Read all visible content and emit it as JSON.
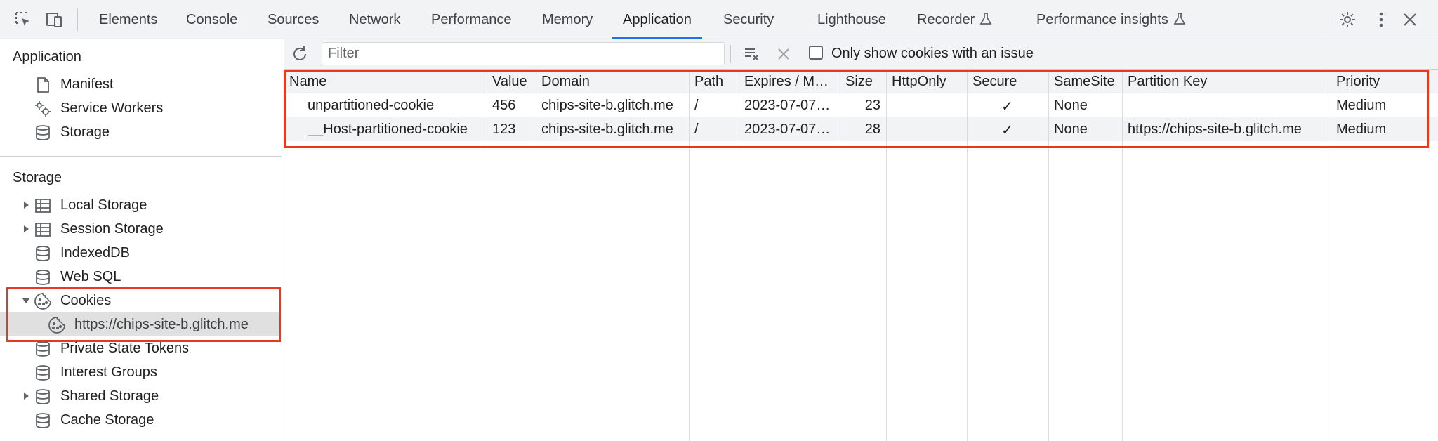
{
  "tabs": [
    "Elements",
    "Console",
    "Sources",
    "Network",
    "Performance",
    "Memory",
    "Application",
    "Security",
    "Lighthouse",
    "Recorder",
    "Performance insights"
  ],
  "active_tab": "Application",
  "sidebar": {
    "application_title": "Application",
    "application_items": [
      "Manifest",
      "Service Workers",
      "Storage"
    ],
    "storage_title": "Storage",
    "storage_items": [
      "Local Storage",
      "Session Storage",
      "IndexedDB",
      "Web SQL",
      "Cookies",
      "https://chips-site-b.glitch.me",
      "Private State Tokens",
      "Interest Groups",
      "Shared Storage",
      "Cache Storage"
    ]
  },
  "toolbar": {
    "filter_placeholder": "Filter",
    "only_issue_label": "Only show cookies with an issue"
  },
  "table": {
    "columns": [
      "Name",
      "Value",
      "Domain",
      "Path",
      "Expires / M…",
      "Size",
      "HttpOnly",
      "Secure",
      "SameSite",
      "Partition Key",
      "Priority"
    ],
    "rows": [
      [
        "unpartitioned-cookie",
        "456",
        "chips-site-b.glitch.me",
        "/",
        "2023-07-07…",
        "23",
        "",
        "✓",
        "None",
        "",
        "Medium"
      ],
      [
        "__Host-partitioned-cookie",
        "123",
        "chips-site-b.glitch.me",
        "/",
        "2023-07-07…",
        "28",
        "",
        "✓",
        "None",
        "https://chips-site-b.glitch.me",
        "Medium"
      ]
    ]
  },
  "colors": {
    "accent": "#1a73e8",
    "highlight_box": "#e8391c",
    "selected_row": "#e0e0e0",
    "toolbar_bg": "#f1f3f4"
  }
}
